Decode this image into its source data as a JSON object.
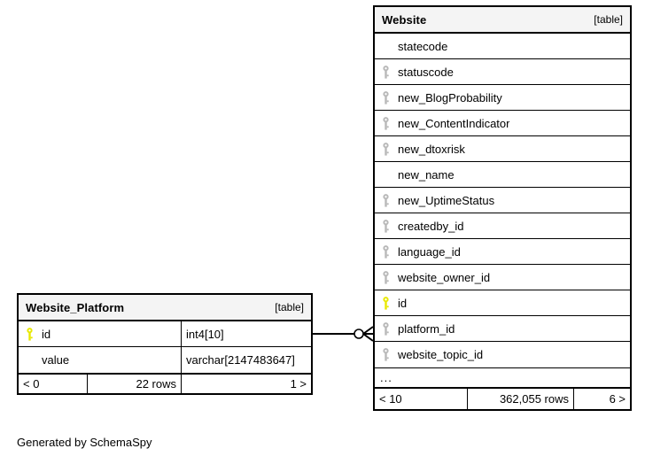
{
  "diagram": {
    "caption": "Generated by SchemaSpy",
    "kind_label": "[table]"
  },
  "tables": {
    "website": {
      "name": "Website",
      "kind": "[table]",
      "columns": [
        {
          "name": "statecode",
          "key": "none"
        },
        {
          "name": "statuscode",
          "key": "fk"
        },
        {
          "name": "new_BlogProbability",
          "key": "fk"
        },
        {
          "name": "new_ContentIndicator",
          "key": "fk"
        },
        {
          "name": "new_dtoxrisk",
          "key": "fk"
        },
        {
          "name": "new_name",
          "key": "none"
        },
        {
          "name": "new_UptimeStatus",
          "key": "fk"
        },
        {
          "name": "createdby_id",
          "key": "fk"
        },
        {
          "name": "language_id",
          "key": "fk"
        },
        {
          "name": "website_owner_id",
          "key": "fk"
        },
        {
          "name": "id",
          "key": "pk"
        },
        {
          "name": "platform_id",
          "key": "fk"
        },
        {
          "name": "website_topic_id",
          "key": "fk"
        }
      ],
      "more_indicator": "...",
      "footer": {
        "left": "< 10",
        "middle": "362,055 rows",
        "right": "6 >"
      }
    },
    "website_platform": {
      "name": "Website_Platform",
      "kind": "[table]",
      "columns": [
        {
          "name": "id",
          "key": "pk",
          "type": "int4[10]"
        },
        {
          "name": "value",
          "key": "none",
          "type": "varchar[2147483647]"
        }
      ],
      "footer": {
        "left": "< 0",
        "middle": "22 rows",
        "right": "1 >"
      }
    }
  },
  "relationship": {
    "from_table": "Website_Platform",
    "from_column": "id",
    "to_table": "Website",
    "to_column": "platform_id",
    "cardinality": "zero-or-one-to-many"
  },
  "colors": {
    "primary_key": "#e8e800",
    "foreign_key": "#b8b8b8",
    "header_bg": "#f4f4f4",
    "border": "#000000",
    "text": "#000000"
  }
}
